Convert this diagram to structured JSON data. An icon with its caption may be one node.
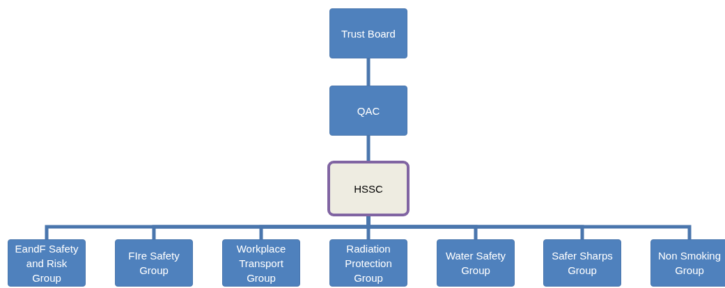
{
  "diagram": {
    "nodes": [
      {
        "text": [
          "Trust Board"
        ]
      },
      {
        "text": [
          "QAC"
        ]
      },
      {
        "text": [
          "HSSC"
        ]
      },
      {
        "text": [
          "EandF Safety and Risk Group"
        ]
      },
      {
        "text": [
          "FIre Safety Group"
        ]
      },
      {
        "text": [
          "Workplace Transport Group"
        ]
      },
      {
        "text": [
          "Radiation Protection Group"
        ]
      },
      {
        "text": [
          "Water Safety Group"
        ]
      },
      {
        "text": [
          "Safer Sharps Group"
        ]
      },
      {
        "text": [
          "Non Smoking Group"
        ]
      }
    ],
    "edges": [
      {
        "from": 0,
        "to": 1,
        "arrow": "none"
      },
      {
        "from": 1,
        "to": 2,
        "arrow": "none"
      },
      {
        "from": 2,
        "to": 3,
        "arrow": "none"
      },
      {
        "from": 2,
        "to": 4,
        "arrow": "none"
      },
      {
        "from": 2,
        "to": 5,
        "arrow": "none"
      },
      {
        "from": 2,
        "to": 6,
        "arrow": "none"
      },
      {
        "from": 2,
        "to": 7,
        "arrow": "none"
      },
      {
        "from": 2,
        "to": 8,
        "arrow": "none"
      },
      {
        "from": 2,
        "to": 9,
        "arrow": "none"
      }
    ]
  }
}
